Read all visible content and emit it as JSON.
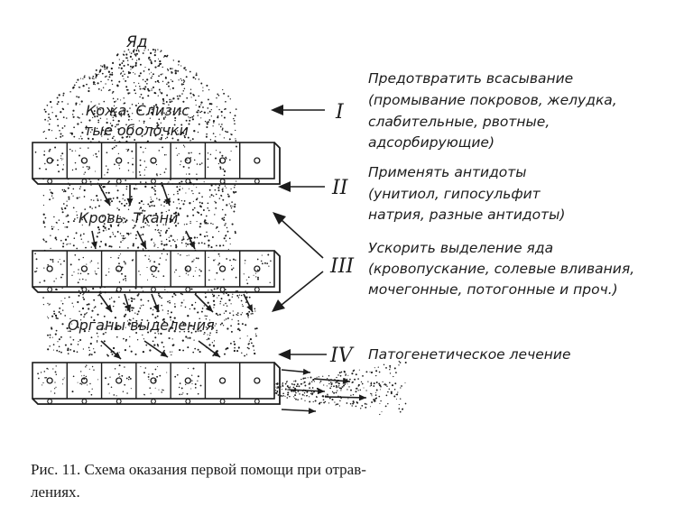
{
  "diagram": {
    "poison_label": "Яд",
    "layer1_label_line1": "Кожа. Слизис",
    "layer1_label_line2": "тые оболочки",
    "layer2_label": "Кровь. Ткани",
    "layer3_label": "Органы выделения"
  },
  "steps": [
    {
      "numeral": "I",
      "lines": [
        "Предотвратить всасывание",
        "(промывание покровов, желудка,",
        "слабительные, рвотные,",
        "адсорбирующие)"
      ]
    },
    {
      "numeral": "II",
      "lines": [
        "Применять антидоты",
        "(унитиол, гипосульфит",
        "натрия, разные антидоты)"
      ]
    },
    {
      "numeral": "III",
      "lines": [
        "Ускорить выделение яда",
        "(кровопускание, солевые вливания,",
        "мочегонные, потогонные и проч.)"
      ]
    },
    {
      "numeral": "IV",
      "lines": [
        "Патогенетическое лечение"
      ]
    }
  ],
  "caption": {
    "line1": "Рис. 11. Схема оказания первой помощи при отрав-",
    "line2": "лениях."
  },
  "colors": {
    "ink": "#1c1c1c",
    "paper": "#ffffff"
  }
}
